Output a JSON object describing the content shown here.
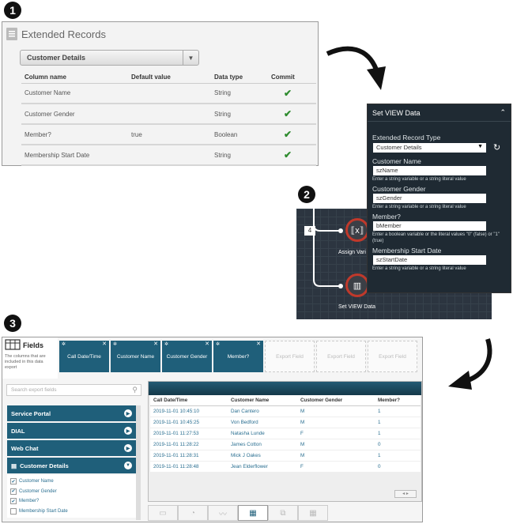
{
  "badges": [
    "1",
    "2",
    "3"
  ],
  "panel1": {
    "title": "Extended Records",
    "dropdown_value": "Customer Details",
    "columns": [
      "Column name",
      "Default value",
      "Data type",
      "Commit"
    ],
    "rows": [
      {
        "name": "Customer Name",
        "default": "",
        "type": "String",
        "commit": "✔"
      },
      {
        "name": "Customer Gender",
        "default": "",
        "type": "String",
        "commit": "✔"
      },
      {
        "name": "Member?",
        "default": "true",
        "type": "Boolean",
        "commit": "✔"
      },
      {
        "name": "Membership Start Date",
        "default": "",
        "type": "String",
        "commit": "✔"
      }
    ]
  },
  "set_view_data": {
    "title": "Set VIEW Data",
    "ext_label": "Extended Record Type",
    "ext_value": "Customer Details",
    "fields": [
      {
        "label": "Customer Name",
        "value": "szName",
        "hint": "Enter a string variable or a string literal value"
      },
      {
        "label": "Customer Gender",
        "value": "szGender",
        "hint": "Enter a string variable or a string literal value"
      },
      {
        "label": "Member?",
        "value": "bMember",
        "hint": "Enter a boolean variable or the literal values \"0\" (false) or \"1\" (true)"
      },
      {
        "label": "Membership Start Date",
        "value": "szStartDate",
        "hint": "Enter a string variable or a string literal value"
      }
    ]
  },
  "canvas": {
    "num": "4",
    "node1_label": "Assign Vari",
    "node2_label": "Set VIEW Data"
  },
  "fields_panel": {
    "title": "Fields",
    "description": "The columns that are included in this data export",
    "tiles": [
      "Call Date/Time",
      "Customer Name",
      "Customer Gender",
      "Member?"
    ],
    "empty_tiles": [
      "Export Field",
      "Export Field",
      "Export Field"
    ],
    "search_placeholder": "Search export fields",
    "categories": [
      "Service Portal",
      "DIAL",
      "Web Chat",
      "Customer Details"
    ],
    "sub_items": [
      {
        "label": "Customer Name",
        "checked": "✔"
      },
      {
        "label": "Customer Gender",
        "checked": "✔"
      },
      {
        "label": "Member?",
        "checked": "✔"
      },
      {
        "label": "Membership Start Date",
        "checked": ""
      }
    ],
    "table_columns": [
      "Call Date/Time",
      "Customer Name",
      "Customer Gender",
      "Member?"
    ],
    "table_rows": [
      [
        "2019-11-01 10:45:10",
        "Dan Cantero",
        "M",
        "1"
      ],
      [
        "2019-11-01 10:45:25",
        "Von Bedford",
        "M",
        "1"
      ],
      [
        "2019-11-01 11:27:53",
        "Natasha Lunde",
        "F",
        "1"
      ],
      [
        "2019-11-01 11:28:22",
        "James Cotton",
        "M",
        "0"
      ],
      [
        "2019-11-01 11:28:31",
        "Mick J Oakes",
        "M",
        "1"
      ],
      [
        "2019-11-01 11:28:48",
        "Jean Elderflower",
        "F",
        "0"
      ]
    ],
    "pager": "◂ ▸"
  }
}
